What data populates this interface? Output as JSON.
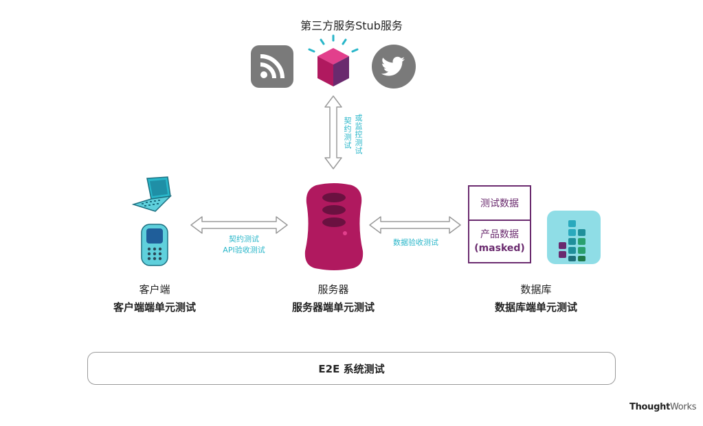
{
  "diagram": {
    "third_party_title": "第三方服务Stub服务",
    "vertical_labels": {
      "contract": "契约测试",
      "monitor": "或监控测试"
    },
    "client_server_labels": {
      "line1": "契约测试",
      "line2": "API验收测试"
    },
    "server_db_label": "数据验收测试",
    "client": {
      "label": "客户端",
      "test": "客户端端单元测试"
    },
    "server": {
      "label": "服务器",
      "test": "服务器端单元测试"
    },
    "database": {
      "label": "数据库",
      "test": "数据库端单元测试"
    },
    "data_box": {
      "top": "测试数据",
      "bottom_line1": "产品数据",
      "bottom_line2": "(masked)"
    },
    "e2e": "E2E 系统测试",
    "brand": {
      "bold": "Thought",
      "light": "Works"
    }
  },
  "icons": [
    "rss-icon",
    "stub-cube-icon",
    "twitter-bird-icon",
    "laptop-icon",
    "phone-icon",
    "server-icon",
    "database-blocks-icon"
  ],
  "colors": {
    "cyan": "#29b6c9",
    "purple": "#6a2a6e",
    "magenta": "#b0195f",
    "gray": "#7a7a7a"
  }
}
